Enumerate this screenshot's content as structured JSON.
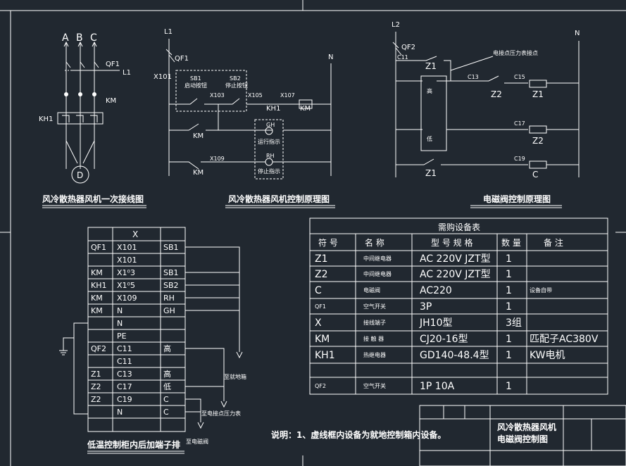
{
  "diagram1": {
    "phase_labels": [
      "A",
      "B",
      "C"
    ],
    "qf1": "QF1",
    "l1": "L1",
    "km": "KM",
    "kh1": "KH1",
    "motor": "D",
    "title": "风冷散热器风机一次接线图"
  },
  "diagram2": {
    "l1": "L1",
    "qf1": "QF1",
    "n": "N",
    "x101": "X101",
    "sb1": "SB1",
    "sb1_sub": "启动按钮",
    "sb2": "SB2",
    "sb2_sub": "停止按钮",
    "x103": "X103",
    "x105": "X105",
    "x107": "X107",
    "kh1": "KH1",
    "km": "KM",
    "km2": "KM",
    "km3": "KM",
    "x109": "X109",
    "gh": "GH",
    "gh_sub": "运行指示",
    "rh": "RH",
    "rh_sub": "停止指示",
    "title": "风冷散热器风机控制原理图"
  },
  "diagram3": {
    "l2": "L2",
    "qf2": "QF2",
    "c11": "C11",
    "n": "N",
    "note": "电接点压力表接点",
    "z1": "Z1",
    "high": "高",
    "low": "低",
    "c13": "C13",
    "z2": "Z2",
    "c15": "C15",
    "z1_coil": "Z1",
    "c17": "C17",
    "z2_coil": "Z2",
    "z1_b": "Z1",
    "c19": "C19",
    "c_coil": "C",
    "title": "电磁阀控制原理图"
  },
  "terminal": {
    "header": "X",
    "rows": [
      [
        "QF1",
        "X101",
        "SB1"
      ],
      [
        "",
        "X101",
        ""
      ],
      [
        "KM",
        "X1⁰3",
        "SB1"
      ],
      [
        "KH1",
        "X1⁰5",
        "SB2"
      ],
      [
        "KM",
        "X109",
        "RH"
      ],
      [
        "KM",
        "N",
        "GH"
      ],
      [
        "",
        "N",
        ""
      ],
      [
        "",
        "PE",
        ""
      ],
      [
        "QF2",
        "C11",
        "高"
      ],
      [
        "",
        "C11",
        ""
      ],
      [
        "Z1",
        "C13",
        "高"
      ],
      [
        "Z2",
        "C17",
        "低"
      ],
      [
        "Z2",
        "C19",
        "C"
      ],
      [
        "",
        "N",
        "C"
      ],
      [
        "",
        "",
        ""
      ]
    ],
    "to_site_box": "至就地箱",
    "to_gauge": "至电接点压力表",
    "to_valve": "至电磁阀",
    "title": "低温控制柜内后加端子排"
  },
  "equipment": {
    "title": "需购设备表",
    "headers": [
      "符  号",
      "名  称",
      "型 号 规 格",
      "数 量",
      "备    注"
    ],
    "rows": [
      [
        "Z1",
        "中间继电器",
        "AC 220V  JZT型",
        "1",
        ""
      ],
      [
        "Z2",
        "中间继电器",
        "AC 220V  JZT型",
        "1",
        ""
      ],
      [
        "C",
        "电磁阀",
        "AC220",
        "1",
        "设备自带"
      ],
      [
        "QF1",
        "空气开关",
        "3P",
        "1",
        ""
      ],
      [
        "X",
        "接线端子",
        "JH10型",
        "3组",
        ""
      ],
      [
        "KM",
        "接 触 器",
        "CJ20-16型",
        "1",
        "匹配子AC380V"
      ],
      [
        "KH1",
        "热继电器",
        "GD140-48.4型",
        "1",
        "KW电机"
      ],
      [
        "",
        "",
        "",
        "",
        ""
      ],
      [
        "QF2",
        "空气开关",
        "1P   10A",
        "1",
        ""
      ]
    ]
  },
  "note": "说明：1、虚线框内设备为就地控制箱内设备。",
  "title_block": {
    "line1": "风冷散热器风机",
    "line2": "电磁阀控制图"
  }
}
